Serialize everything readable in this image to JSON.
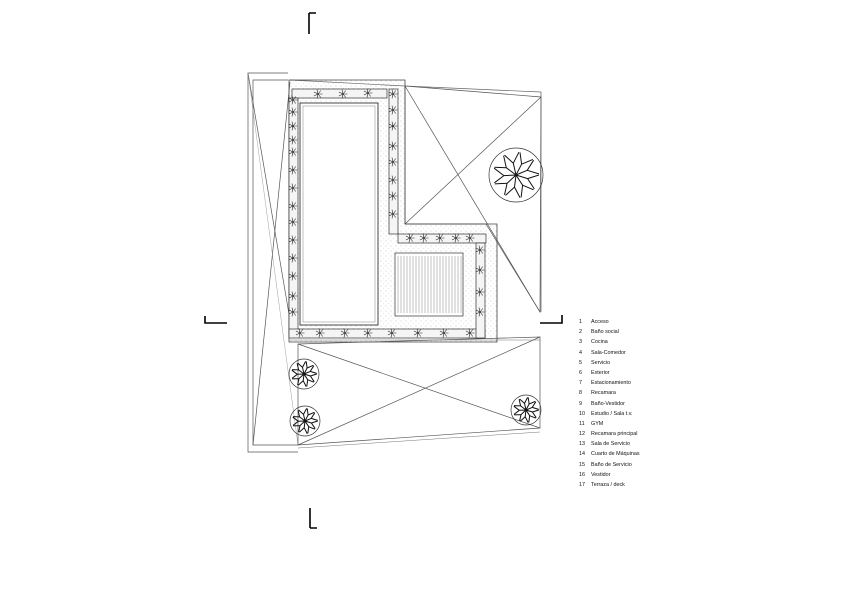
{
  "legend": {
    "items": [
      {
        "num": "1",
        "label": "Acceso"
      },
      {
        "num": "2",
        "label": "Baño social"
      },
      {
        "num": "3",
        "label": "Cocina"
      },
      {
        "num": "4",
        "label": "Sala-Comedor"
      },
      {
        "num": "5",
        "label": "Servicio"
      },
      {
        "num": "6",
        "label": "Exterior"
      },
      {
        "num": "7",
        "label": "Estacionamiento"
      },
      {
        "num": "8",
        "label": "Recamara"
      },
      {
        "num": "9",
        "label": "Baño-Vestidor"
      },
      {
        "num": "10",
        "label": "Estudio / Sala t.v."
      },
      {
        "num": "11",
        "label": "GYM"
      },
      {
        "num": "12",
        "label": "Recamara principal"
      },
      {
        "num": "13",
        "label": "Sala de Servicio"
      },
      {
        "num": "14",
        "label": "Cuarto de Máquinas"
      },
      {
        "num": "15",
        "label": "Baño de Servicio"
      },
      {
        "num": "16",
        "label": "Vestidor"
      },
      {
        "num": "17",
        "label": "Terraza / deck"
      }
    ]
  },
  "colors": {
    "line": "#333333",
    "planter_fill": "#f2f2f2",
    "background": "#ffffff"
  }
}
